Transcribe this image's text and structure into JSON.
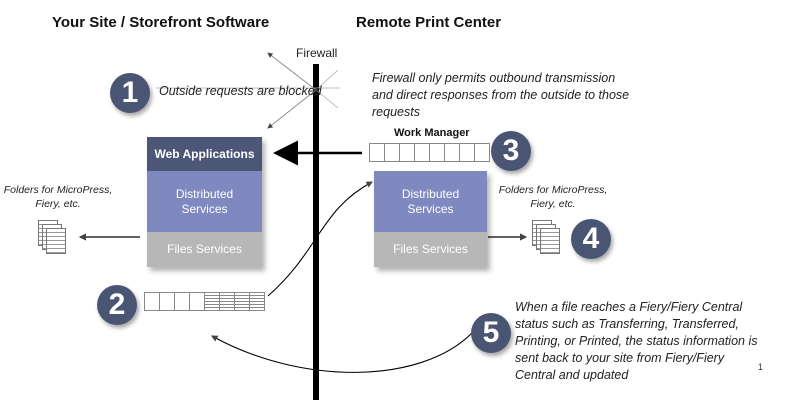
{
  "headers": {
    "left": "Your Site / Storefront Software",
    "right": "Remote Print Center"
  },
  "firewall_label": "Firewall",
  "steps": [
    {
      "number": "1",
      "text": "Outside requests are blocked"
    },
    {
      "number": "2",
      "text": ""
    },
    {
      "number": "3",
      "text": "Work Manager"
    },
    {
      "number": "4",
      "text": ""
    },
    {
      "number": "5",
      "text": "When a file reaches a Fiery/Fiery Central status such as Transferring, Transferred, Printing, or Printed, the status information is sent back to your site from Fiery/Fiery Central and updated"
    }
  ],
  "firewall_note": "Firewall only permits outbound transmission and direct responses from the outside to those requests",
  "left_stack": {
    "top": "Web Applications",
    "middle": "Distributed Services",
    "bottom": "Files Services"
  },
  "right_stack": {
    "middle": "Distributed Services",
    "bottom": "Files Services"
  },
  "left_folders": "Folders for MicroPress, Fiery, etc.",
  "right_folders": "Folders for MicroPress, Fiery, etc.",
  "corner_mark": "1",
  "colors": {
    "badge": "#4a5573",
    "web_apps": "#4c5677",
    "distributed": "#7f89c0",
    "files": "#b7b7b7"
  }
}
